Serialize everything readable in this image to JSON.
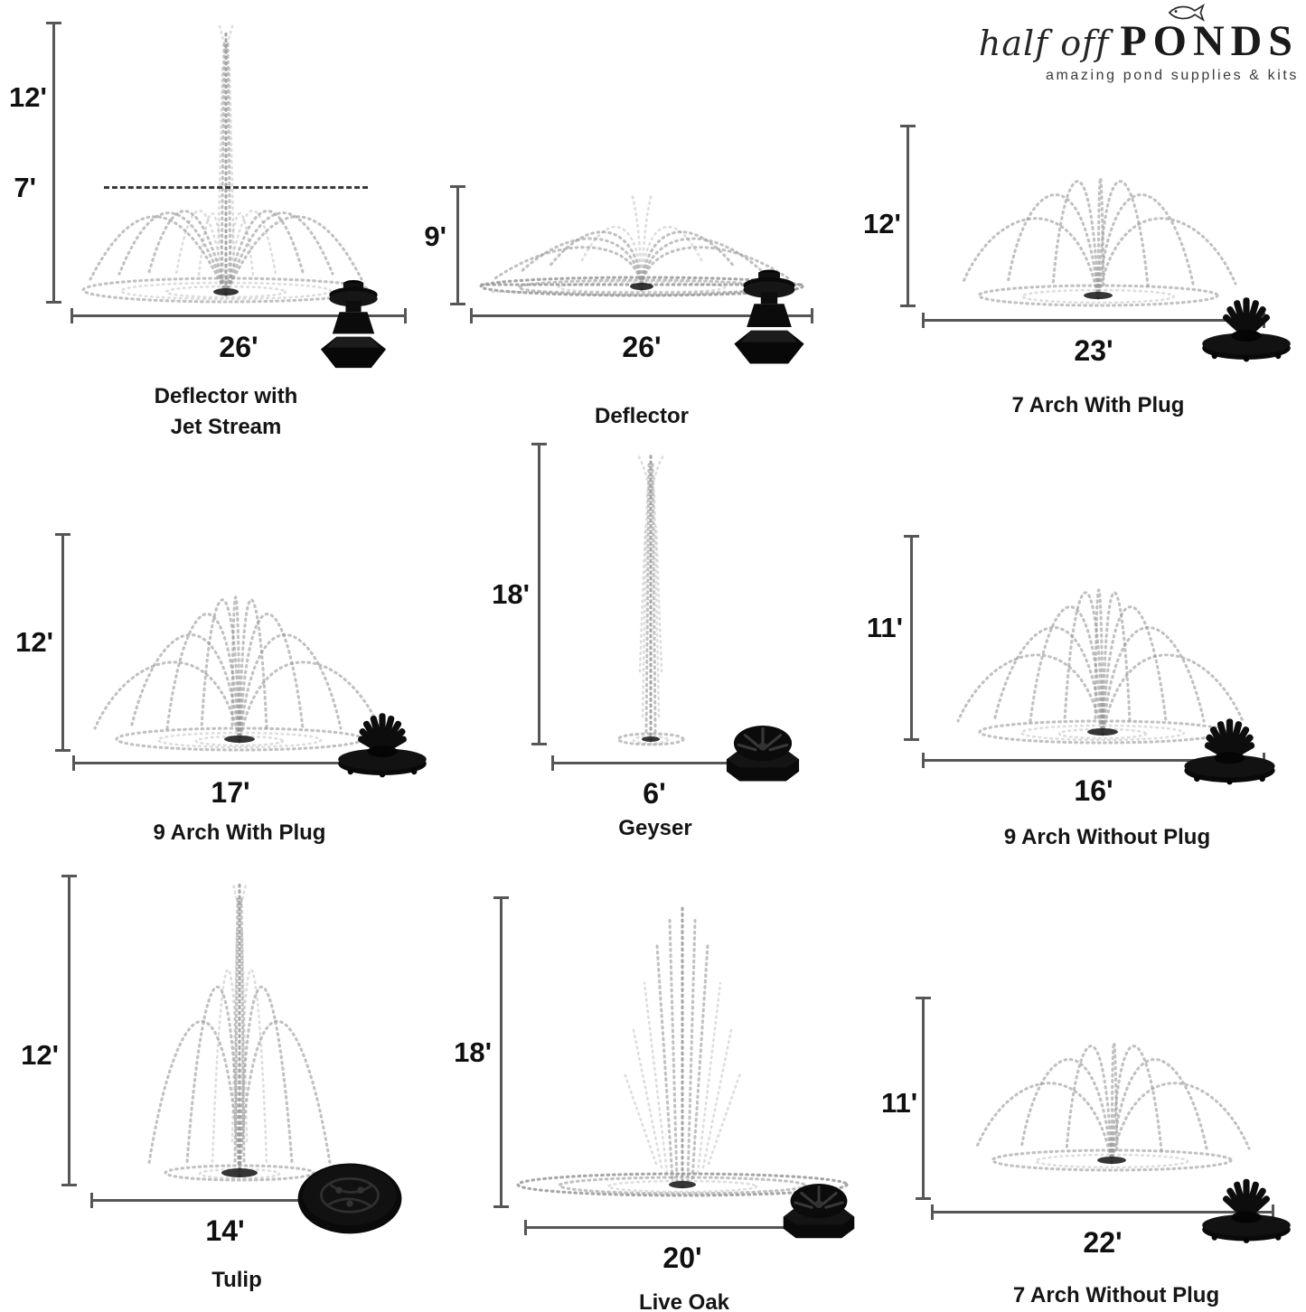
{
  "brand": {
    "name_script": "half off",
    "name_caps": "PONDS",
    "tagline": "amazing pond supplies & kits",
    "fish_icon": "fish-icon"
  },
  "colors": {
    "background": "#ffffff",
    "text": "#121212",
    "measure_line": "#565656",
    "spray_gray": "#979797",
    "nozzle_black": "#0a0a0a"
  },
  "cells": [
    {
      "label": "Deflector with Jet Stream",
      "height": "12'",
      "secondary_height": "7'",
      "width": "26'",
      "nozzle_icon": "deflector-nozzle-icon",
      "spray_pattern": "deflector-with-jet-stream"
    },
    {
      "label": "Deflector",
      "height": "9'",
      "width": "26'",
      "nozzle_icon": "deflector-nozzle-icon",
      "spray_pattern": "deflector-fan"
    },
    {
      "label": "7 Arch With Plug",
      "height": "12'",
      "width": "23'",
      "nozzle_icon": "seven-arch-nozzle-icon",
      "spray_pattern": "seven-arch"
    },
    {
      "label": "9 Arch With Plug",
      "height": "12'",
      "width": "17'",
      "nozzle_icon": "nine-arch-nozzle-icon",
      "spray_pattern": "nine-arch"
    },
    {
      "label": "Geyser",
      "height": "18'",
      "width": "6'",
      "nozzle_icon": "geyser-dome-nozzle-icon",
      "spray_pattern": "geyser-column"
    },
    {
      "label": "9 Arch Without Plug",
      "height": "11'",
      "width": "16'",
      "nozzle_icon": "nine-arch-nozzle-icon",
      "spray_pattern": "nine-arch"
    },
    {
      "label": "Tulip",
      "height": "12'",
      "width": "14'",
      "nozzle_icon": "tulip-disc-nozzle-icon",
      "spray_pattern": "tulip"
    },
    {
      "label": "Live Oak",
      "height": "18'",
      "width": "20'",
      "nozzle_icon": "live-oak-dome-nozzle-icon",
      "spray_pattern": "live-oak-plume"
    },
    {
      "label": "7 Arch Without Plug",
      "height": "11'",
      "width": "22'",
      "nozzle_icon": "seven-arch-nozzle-icon",
      "spray_pattern": "seven-arch"
    }
  ]
}
